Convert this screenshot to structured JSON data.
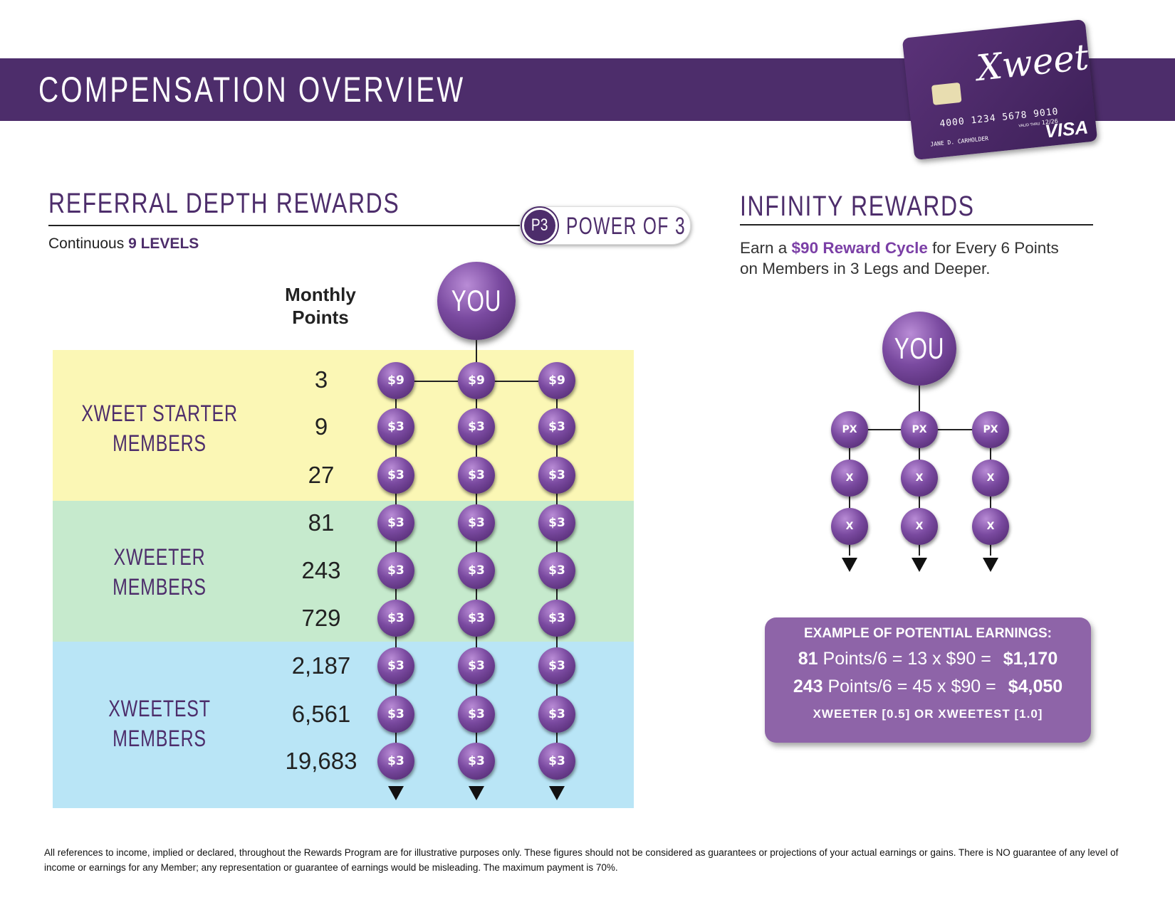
{
  "header": {
    "title": "COMPENSATION OVERVIEW"
  },
  "card": {
    "brand": "Xweet",
    "number": "4000 1234 5678 9010",
    "valid_label": "VALID THRU",
    "expiry": "12/26",
    "holder": "JANE D. CARHOLDER",
    "network": "VISA"
  },
  "referral": {
    "title": "REFERRAL DEPTH REWARDS",
    "subtitle_prefix": "Continuous ",
    "subtitle_bold": "9 LEVELS",
    "badge_icon": "P3",
    "badge_text": "POWER OF 3",
    "points_header_line1": "Monthly",
    "points_header_line2": "Points",
    "you_label": "YOU",
    "groups": [
      {
        "line1": "XWEET STARTER",
        "line2": "MEMBERS",
        "color": "#fbf7b5"
      },
      {
        "line1": "XWEETER",
        "line2": "MEMBERS",
        "color": "#c6eacd"
      },
      {
        "line1": "XWEETEST",
        "line2": "MEMBERS",
        "color": "#b9e5f6"
      }
    ],
    "levels": [
      {
        "points": "3",
        "reward": "$9"
      },
      {
        "points": "9",
        "reward": "$3"
      },
      {
        "points": "27",
        "reward": "$3"
      },
      {
        "points": "81",
        "reward": "$3"
      },
      {
        "points": "243",
        "reward": "$3"
      },
      {
        "points": "729",
        "reward": "$3"
      },
      {
        "points": "2,187",
        "reward": "$3"
      },
      {
        "points": "6,561",
        "reward": "$3"
      },
      {
        "points": "19,683",
        "reward": "$3"
      }
    ]
  },
  "infinity": {
    "title": "INFINITY REWARDS",
    "desc_pre": "Earn a ",
    "desc_highlight": "$90 Reward Cycle",
    "desc_post": " for Every 6 Points",
    "desc_line2": "on Members in 3 Legs and Deeper.",
    "you_label": "YOU",
    "rows": [
      [
        "PX",
        "PX",
        "PX"
      ],
      [
        "X",
        "X",
        "X"
      ],
      [
        "X",
        "X",
        "X"
      ]
    ]
  },
  "earnings": {
    "title": "EXAMPLE OF POTENTIAL EARNINGS:",
    "row1_bold": "81",
    "row1_text": " Points/6 = 13 x $90  =",
    "row1_total": "$1,170",
    "row2_bold": "243",
    "row2_text": " Points/6 = 45 x $90 =",
    "row2_total": "$4,050",
    "footer": "XWEETER [0.5] OR XWEETEST [1.0]"
  },
  "disclaimer": "All references to income, implied or declared, throughout the Rewards Program are for illustrative purposes only. These figures should not be considered as guarantees or projections of your actual earnings or gains. There is NO guarantee of any level of income or earnings for any Member; any representation or guarantee of earnings would be misleading. The maximum payment is 70%."
}
